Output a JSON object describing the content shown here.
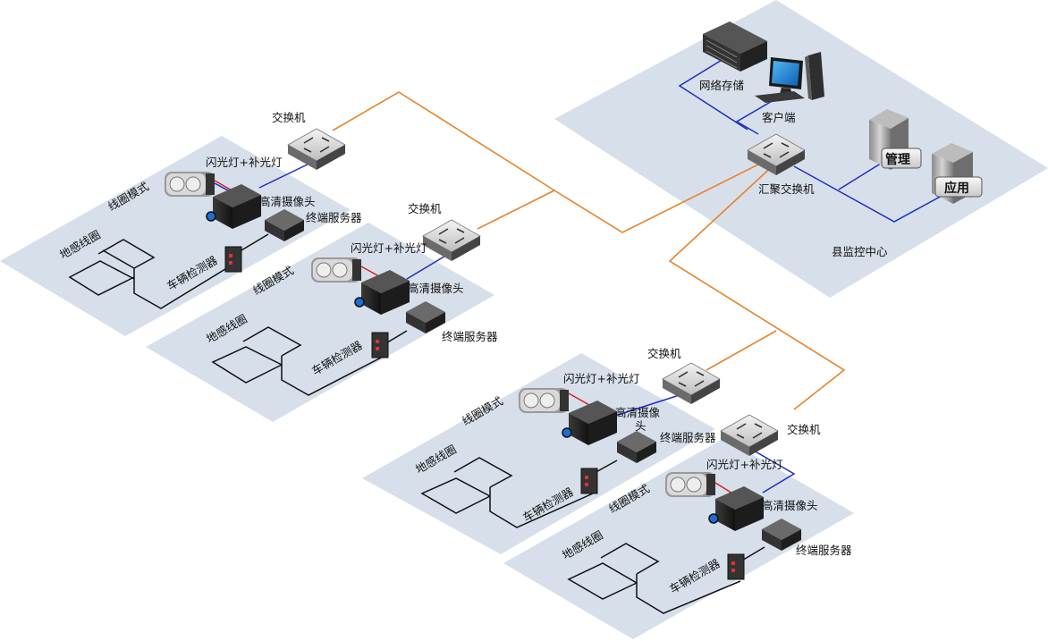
{
  "center": {
    "title": "县监控中心",
    "storage_label": "网络存储",
    "client_label": "客户端",
    "core_switch_label": "汇聚交换机",
    "mgmt_label": "管理",
    "app_label": "应用"
  },
  "sites": [
    {
      "switch_label": "交换机",
      "flash_label": "闪光灯+补光灯",
      "camera_label": "高清摄像头",
      "terminal_label": "终端服务器",
      "mode_label": "线圈模式",
      "ground_label": "地感线圈",
      "detector_label": "车辆检测器"
    },
    {
      "switch_label": "交换机",
      "flash_label": "闪光灯+补光灯",
      "camera_label": "高清摄像头",
      "terminal_label": "终端服务器",
      "mode_label": "线圈模式",
      "ground_label": "地感线圈",
      "detector_label": "车辆检测器"
    },
    {
      "switch_label": "交换机",
      "flash_label": "闪光灯+补光灯",
      "camera_label_line1": "高清摄像",
      "camera_label_line2": "头",
      "terminal_label": "终端服务器",
      "mode_label": "线圈模式",
      "ground_label": "地感线圈",
      "detector_label": "车辆检测器"
    },
    {
      "switch_label": "交换机",
      "flash_label": "闪光灯+补光灯",
      "camera_label": "高清摄像头",
      "terminal_label": "终端服务器",
      "mode_label": "线圈模式",
      "ground_label": "地感线圈",
      "detector_label": "车辆检测器"
    }
  ],
  "colors": {
    "plate": "#d6dfea",
    "fiber": "#e8822a",
    "lan": "#1f2fbf",
    "power": "#d42020",
    "ground_wire": "#111111"
  }
}
